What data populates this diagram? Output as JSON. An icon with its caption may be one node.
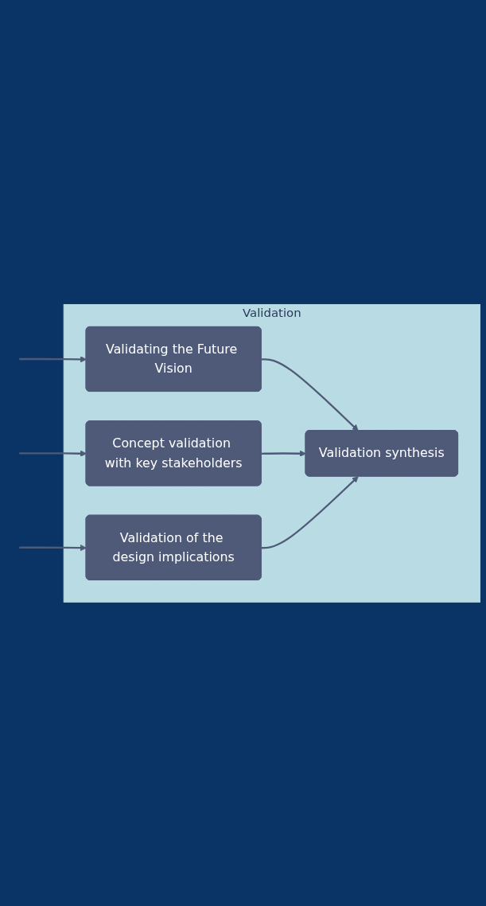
{
  "diagram": {
    "nodes": [
      {
        "text": [
          "Validation"
        ]
      },
      {
        "text": [
          "Validation synthesis"
        ],
        "in": 0
      },
      {
        "text": [
          "Validating the Future Vision"
        ],
        "in": 0
      },
      {
        "text": [
          "Concept validation with key stakeholders"
        ],
        "in": 0
      },
      {
        "text": [
          "Validation of the design implications"
        ],
        "in": 0
      }
    ],
    "edges": [
      {
        "from": null,
        "to": 2,
        "arrow": "to"
      },
      {
        "from": null,
        "to": 3,
        "arrow": "to"
      },
      {
        "from": null,
        "to": 4,
        "arrow": "to"
      },
      {
        "from": 2,
        "to": 1,
        "arrow": "to"
      },
      {
        "from": 3,
        "to": 1,
        "arrow": "to"
      },
      {
        "from": 4,
        "to": 1,
        "arrow": "to"
      }
    ]
  }
}
